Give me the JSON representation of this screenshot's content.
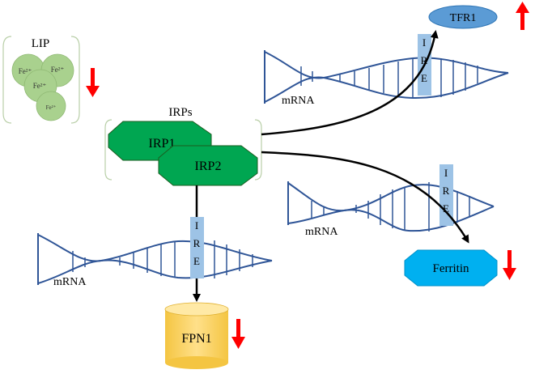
{
  "lip": {
    "label": "LIP",
    "ions": [
      "Fe²⁺",
      "Fe²⁺",
      "Fe²⁺",
      "Fe²⁺"
    ],
    "trend": "down"
  },
  "irps": {
    "label": "IRPs",
    "irp1": "IRP1",
    "irp2": "IRP2"
  },
  "ire_letters": [
    "I",
    "R",
    "E"
  ],
  "mrna_label": "mRNA",
  "targets": {
    "tfr1": {
      "label": "TFR1",
      "trend": "up"
    },
    "ferritin": {
      "label": "Ferritin",
      "trend": "down"
    },
    "fpn1": {
      "label": "FPN1",
      "trend": "down"
    }
  },
  "colors": {
    "helix": "#2f5597",
    "irp_fill": "#00a651",
    "ire_box": "#9dc3e6",
    "lip_fill": "#a9d18e",
    "tfr1_fill": "#5b9bd5",
    "ferritin_fill": "#00b0f0",
    "fpn1_fill": "#ffd966",
    "arrow_red": "#ff0000"
  }
}
